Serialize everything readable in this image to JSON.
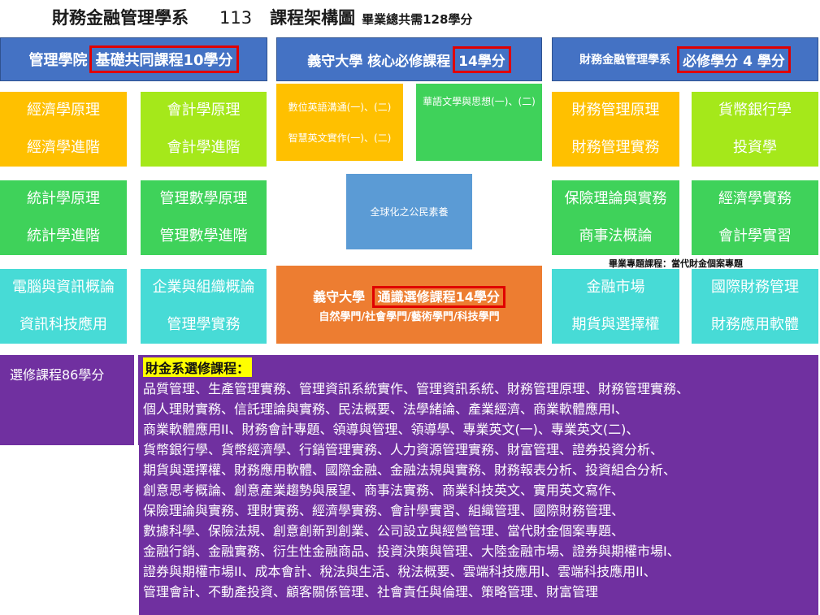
{
  "header": {
    "title": "財務金融管理學系",
    "year": "113",
    "subtitle": "課程架構圖",
    "total": "畢業總共需128學分"
  },
  "top_bars": {
    "mgmt_prefix": "管理學院",
    "mgmt_highlight": "基礎共同課程10學分",
    "core_prefix": "義守大學 核心必修課程",
    "core_highlight": "14學分",
    "dept_prefix": "財務金融管理學系",
    "dept_highlight": "必修學分 4 學分"
  },
  "boxes": {
    "econ": [
      "經濟學原理",
      "經濟學進階"
    ],
    "acct": [
      "會計學原理",
      "會計學進階"
    ],
    "english": [
      "數位英語溝通(一)、(二)",
      "智慧英文實作(一)、(二)"
    ],
    "chinese": "華語文學與思想(一)、(二)",
    "fin_mgmt": [
      "財務管理原理",
      "財務管理實務"
    ],
    "money_bank": [
      "貨幣銀行學",
      "投資學"
    ],
    "stats": [
      "統計學原理",
      "統計學進階"
    ],
    "mgmt_math": [
      "管理數學原理",
      "管理數學進階"
    ],
    "citizen": "全球化之公民素養",
    "insurance": [
      "保險理論與實務",
      "商事法概論"
    ],
    "econ_practice": [
      "經濟學實務",
      "會計學實習"
    ],
    "capstone_note": "畢業專題課程：當代財金個案專題",
    "computer": [
      "電腦與資訊概論",
      "資訊科技應用"
    ],
    "enterprise": [
      "企業與組織概論",
      "管理學實務"
    ],
    "ge_prefix": "義守大學",
    "ge_highlight": "通識選修課程14學分",
    "ge_sub": "自然學門/社會學門/藝術學門/科技學門",
    "fin_market": [
      "金融市場",
      "期貨與選擇權"
    ],
    "intl_fin": [
      "國際財務管理",
      "財務應用軟體"
    ]
  },
  "electives": {
    "side_label": "選修課程86學分",
    "heading": "財金系選修課程：",
    "lines": [
      "品質管理、生產管理實務、管理資訊系統實作、管理資訊系統、財務管理原理、財務管理實務、",
      "個人理財實務、信託理論與實務、民法概要、法學緒論、產業經濟、商業軟體應用I、",
      "商業軟體應用II、財務會計專題、領導與管理、領導學、專業英文(一)、專業英文(二)、",
      "貨幣銀行學、貨幣經濟學、行銷管理實務、人力資源管理實務、財富管理、證券投資分析、",
      "期貨與選擇權、財務應用軟體、國際金融、金融法規與實務、財務報表分析、投資組合分析、",
      "創意思考概論、創意產業趨勢與展望、商事法實務、商業科技英文、實用英文寫作、",
      "保險理論與實務、理財實務、經濟學實務、會計學實習、組織管理、國際財務管理、",
      "數據科學、保險法規、創意創新到創業、公司設立與經營管理、當代財金個案專題、",
      "金融行銷、金融實務、衍生性金融商品、投資決策與管理、大陸金融市場、證券與期權市場I、",
      "證券與期權市場II、成本會計、稅法與生活、稅法概要、雲端科技應用I、雲端科技應用II、",
      "管理會計、不動產投資、顧客關係管理、社會責任與倫理、策略管理、財富管理"
    ]
  },
  "colors": {
    "header_blue": "#4472c4",
    "orange": "#ffc000",
    "lime": "#a5e81a",
    "green": "#3fd25a",
    "cyan": "#47dbd6",
    "purple": "#7030a0",
    "highlight_red": "#e00000"
  }
}
